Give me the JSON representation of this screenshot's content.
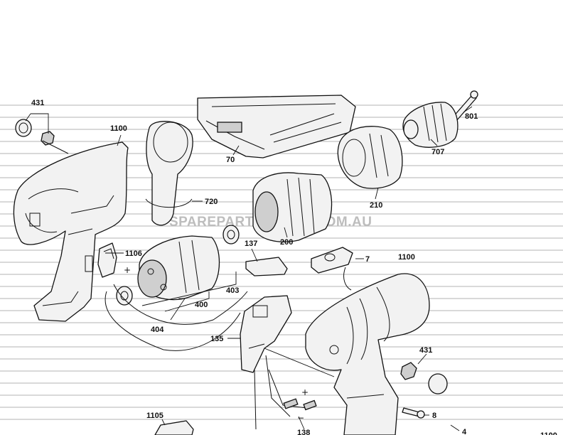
{
  "watermark": "SPAREPARTSTOOLS.COM.AU",
  "part_labels": {
    "p431a": "431",
    "p1100a": "1100",
    "p720": "720",
    "p70": "70",
    "p801": "801",
    "p707": "707",
    "p210": "210",
    "p200": "200",
    "p137": "137",
    "p7": "7",
    "p1100b": "1100",
    "p1106": "1106",
    "p403": "403",
    "p400": "400",
    "p404": "404",
    "p135": "135",
    "p431b": "431",
    "p8": "8",
    "p1105": "1105",
    "p138": "138",
    "p4": "4",
    "p1100c": "1100"
  },
  "symbols": {
    "plus": "+",
    "minus": "−"
  }
}
